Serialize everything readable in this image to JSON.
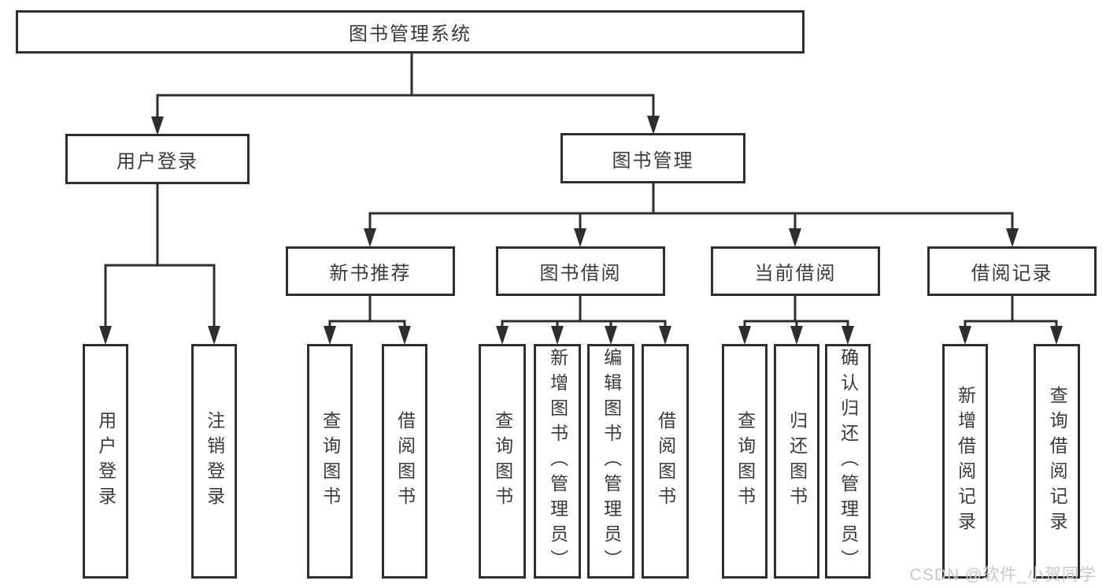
{
  "diagram_title": "图书管理系统",
  "nodes": {
    "root": {
      "label": "图书管理系统"
    },
    "user_login": {
      "label": "用户登录",
      "parent": "root"
    },
    "book_mgmt": {
      "label": "图书管理",
      "parent": "root"
    },
    "new_book_rec": {
      "label": "新书推荐",
      "parent": "book_mgmt"
    },
    "book_borrow": {
      "label": "图书借阅",
      "parent": "book_mgmt"
    },
    "current_borrow": {
      "label": "当前借阅",
      "parent": "book_mgmt"
    },
    "borrow_records": {
      "label": "借阅记录",
      "parent": "book_mgmt"
    },
    "leaf_user_login": {
      "label": "用户登录",
      "parent": "user_login"
    },
    "leaf_logout": {
      "label": "注销登录",
      "parent": "user_login"
    },
    "leaf_query_books_1": {
      "label": "查询图书",
      "parent": "new_book_rec"
    },
    "leaf_borrow_books_1": {
      "label": "借阅图书",
      "parent": "new_book_rec"
    },
    "leaf_query_books_2": {
      "label": "查询图书",
      "parent": "book_borrow"
    },
    "leaf_add_books": {
      "label": "新增图书（管理员）",
      "parent": "book_borrow"
    },
    "leaf_edit_books": {
      "label": "编辑图书（管理员）",
      "parent": "book_borrow"
    },
    "leaf_borrow_books_2": {
      "label": "借阅图书",
      "parent": "book_borrow"
    },
    "leaf_query_books_3": {
      "label": "查询图书",
      "parent": "current_borrow"
    },
    "leaf_return_books": {
      "label": "归还图书",
      "parent": "current_borrow"
    },
    "leaf_confirm_return": {
      "label": "确认归还（管理员）",
      "parent": "current_borrow"
    },
    "leaf_add_record": {
      "label": "新增借阅记录",
      "parent": "borrow_records"
    },
    "leaf_query_record": {
      "label": "查询借阅记录",
      "parent": "borrow_records"
    }
  },
  "watermark": {
    "text": "CSDN @软件_小贺同学"
  },
  "colors": {
    "line": "#2e2e2e",
    "box_border": "#2e2e2e",
    "text": "#3a3a3a",
    "watermark": "#c8c8c8",
    "background": "#ffffff"
  }
}
